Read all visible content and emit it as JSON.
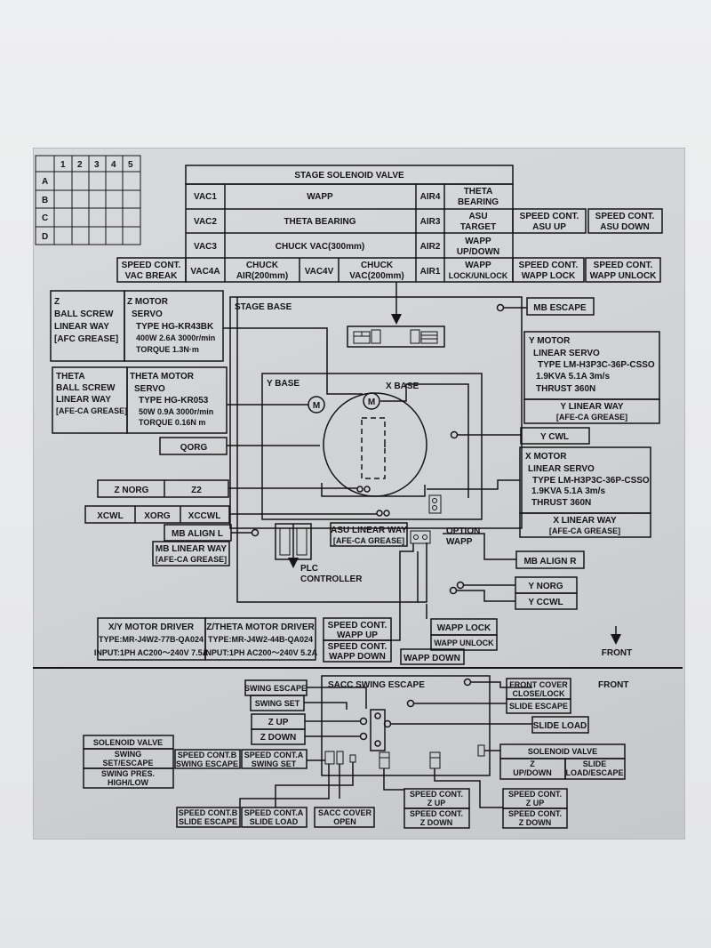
{
  "grid": {
    "cols": [
      "1",
      "2",
      "3",
      "4",
      "5"
    ],
    "rows": [
      "A",
      "B",
      "C",
      "D"
    ]
  },
  "solenoid_table": {
    "title": "STAGE SOLENOID VALVE",
    "vac1": "VAC1",
    "wapp": "WAPP",
    "air4": "AIR4",
    "theta_bearing_1": "THETA",
    "theta_bearing_2": "BEARING",
    "vac2": "VAC2",
    "theta_bearing": "THETA BEARING",
    "air3": "AIR3",
    "asu_target_1": "ASU",
    "asu_target_2": "TARGET",
    "vac3": "VAC3",
    "chuck_vac": "CHUCK VAC(300mm)",
    "air2": "AIR2",
    "wapp_updown_1": "WAPP",
    "wapp_updown_2": "UP/DOWN",
    "vac4a": "VAC4A",
    "chuck_air_1": "CHUCK",
    "chuck_air_2": "AIR(200mm)",
    "vac4v": "VAC4V",
    "chuck_vac200_1": "CHUCK",
    "chuck_vac200_2": "VAC(200mm)",
    "air1": "AIR1",
    "wapp_lock_1": "WAPP",
    "wapp_lock_2": "LOCK/UNLOCK"
  },
  "speed_boxes": {
    "asu_up_1": "SPEED CONT.",
    "asu_up_2": "ASU UP",
    "asu_down_1": "SPEED CONT.",
    "asu_down_2": "ASU DOWN",
    "vac_break_1": "SPEED CONT.",
    "vac_break_2": "VAC BREAK",
    "wapp_lock_1": "SPEED CONT.",
    "wapp_lock_2": "WAPP LOCK",
    "wapp_unlock_1": "SPEED CONT.",
    "wapp_unlock_2": "WAPP UNLOCK"
  },
  "z_box": {
    "l1": "Z",
    "l2": "BALL SCREW",
    "l3": "LINEAR WAY",
    "l4": "[AFC GREASE]",
    "m1": "Z MOTOR",
    "m2": "SERVO",
    "m3": "TYPE  HG-KR43BK",
    "m4": "400W 2.6A 3000r/min",
    "m5": "TORQUE 1.3N·m"
  },
  "theta_box": {
    "l1": "THETA",
    "l2": "BALL SCREW",
    "l3": "LINEAR WAY",
    "l4": "[AFE-CA GREASE]",
    "m1": "THETA MOTOR",
    "m2": "SERVO",
    "m3": "TYPE  HG-KR053",
    "m4": "50W 0.9A 3000r/min",
    "m5": "TORQUE 0.16N m"
  },
  "stage": {
    "stage_base": "STAGE BASE",
    "y_base": "Y BASE",
    "x_base": "X BASE",
    "motor_symbol": "M",
    "plc_1": "PLC",
    "plc_2": "CONTROLLER",
    "option_1": "OPTION",
    "option_2": "WAPP"
  },
  "labels": {
    "mb_escape": "MB ESCAPE",
    "qorg": "QORG",
    "z_norg": "Z NORG",
    "z2": "Z2",
    "xcwl": "XCWL",
    "xorg": "XORG",
    "xccwl": "XCCWL",
    "mb_align_l": "MB ALIGN L",
    "mb_linear_1": "MB LINEAR WAY",
    "mb_linear_2": "[AFE-CA GREASE]",
    "asu_linear_1": "ASU LINEAR WAY",
    "asu_linear_2": "[AFE-CA GREASE]",
    "y_cwl": "Y CWL",
    "mb_align_r": "MB ALIGN R",
    "y_norg": "Y NORG",
    "y_ccwl": "Y CCWL",
    "front": "FRONT",
    "front2": "FRONT"
  },
  "y_motor": {
    "l1": "Y MOTOR",
    "l2": "LINEAR SERVO",
    "l3": "TYPE  LM-H3P3C-36P-CSSO",
    "l4": "1.9KVA   5.1A    3m/s",
    "l5": "THRUST  360N",
    "w1": "Y LINEAR WAY",
    "w2": "[AFE-CA GREASE]"
  },
  "x_motor": {
    "l1": "X MOTOR",
    "l2": "LINEAR SERVO",
    "l3": "TYPE  LM-H3P3C-36P-CSSO",
    "l4": "1.9KVA   5.1A    3m/s",
    "l5": "THRUST  360N",
    "w1": "X LINEAR WAY",
    "w2": "[AFE-CA GREASE]"
  },
  "drivers": {
    "xy_1": "X/Y MOTOR DRIVER",
    "xy_2": "TYPE:MR-J4W2-77B-QA024",
    "xy_3": "INPUT:1PH  AC200～240V 7.5A",
    "zt_1": "Z/THETA MOTOR DRIVER",
    "zt_2": "TYPE:MR-J4W2-44B-QA024",
    "zt_3": "INPUT:1PH  AC200～240V 5.2A",
    "wapp_up_1": "SPEED CONT.",
    "wapp_up_2": "WAPP UP",
    "wapp_down_1": "SPEED CONT.",
    "wapp_down_2": "WAPP DOWN",
    "wapp_lock": "WAPP LOCK",
    "wapp_unlock": "WAPP UNLOCK",
    "wapp_down": "WAPP DOWN"
  },
  "lower": {
    "swing_escape": "SWING ESCAPE",
    "swing_set": "SWING SET",
    "z_up": "Z UP",
    "z_down": "Z DOWN",
    "sacc_title": "SACC  SWING ESCAPE",
    "front_cover_1": "FRONT COVER",
    "front_cover_2": "CLOSE/LOCK",
    "slide_escape": "SLIDE ESCAPE",
    "slide_load": "SLIDE LOAD",
    "sv_left_title": "SOLENOID VALVE",
    "sv_left_r1_1": "SWING",
    "sv_left_r1_2": "SET/ESCAPE",
    "sv_left_r2_1": "SWING PRES.",
    "sv_left_r2_2": "HIGH/LOW",
    "sc_b_1": "SPEED CONT.B",
    "sc_b_2": "SWING ESCAPE",
    "sc_a_1": "SPEED CONT.A",
    "sc_a_2": "SWING SET",
    "sv_right_title": "SOLENOID VALVE",
    "sv_right_z_1": "Z",
    "sv_right_z_2": "UP/DOWN",
    "sv_right_s_1": "SLIDE",
    "sv_right_s_2": "LOAD/ESCAPE",
    "scb_slide_1": "SPEED CONT.B",
    "scb_slide_2": "SLIDE ESCAPE",
    "sca_slide_1": "SPEED CONT.A",
    "sca_slide_2": "SLIDE LOAD",
    "sacc_cover_1": "SACC COVER",
    "sacc_cover_2": "OPEN",
    "zup1_1": "SPEED CONT.",
    "zup1_2": "Z UP",
    "zdown1_1": "SPEED CONT.",
    "zdown1_2": "Z DOWN",
    "zup2_1": "SPEED CONT.",
    "zup2_2": "Z UP",
    "zdown2_1": "SPEED CONT.",
    "zdown2_2": "Z DOWN"
  }
}
